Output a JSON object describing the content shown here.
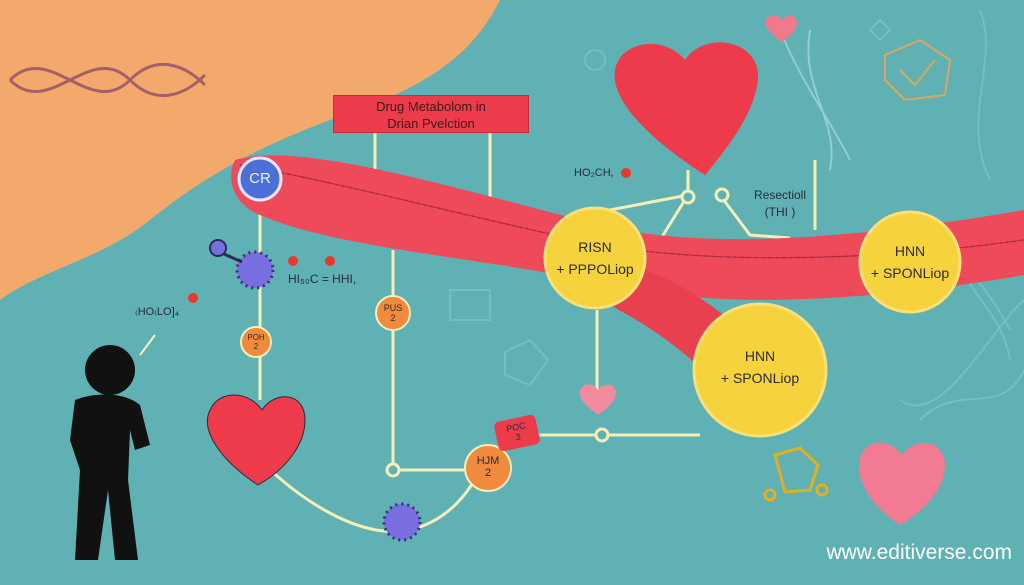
{
  "title": {
    "line1": "Drug Metabolom in",
    "line2": "Drian Pvelction"
  },
  "nodes": {
    "cr": "CR",
    "risn": {
      "line1": "RISN",
      "line2": "+ PPPOLiop"
    },
    "hnn_right": {
      "line1": "HNN",
      "line2": "+ SPONLiop"
    },
    "hnn_center": {
      "line1": "HNN",
      "line2": "+ SPONLiop"
    },
    "pus": {
      "line1": "PUS",
      "line2": "2"
    },
    "poh": {
      "line1": "POH",
      "line2": "2"
    },
    "hjm": {
      "line1": "HJM",
      "line2": "2"
    },
    "poc": {
      "line1": "POC",
      "line2": "3"
    }
  },
  "formulas": {
    "ho_ch": "HO₂CH,",
    "h_c_hhi": "HI₅₀C = HHI,",
    "ho_lo": "₍HO₍LO]₄"
  },
  "annotation": {
    "line1": "Resectioll",
    "line2": "(THI )"
  },
  "watermark": "www.editiverse.com",
  "colors": {
    "background": "#5fb1b3",
    "orange": "#f3a96c",
    "tube": "#ee4a5a",
    "node_yellow": "#f6d23c",
    "node_orange": "#f08a3c",
    "cr_blue": "#4c6fd8"
  }
}
